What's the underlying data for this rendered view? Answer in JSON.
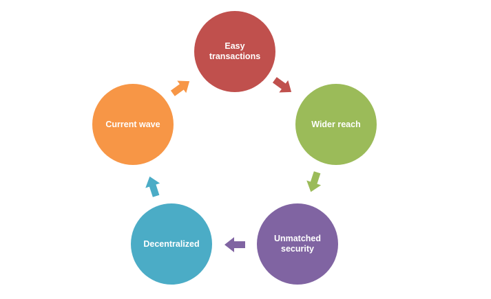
{
  "diagram": {
    "nodes": [
      {
        "id": "easy-transactions",
        "label": "Easy\ntransactions",
        "color": "#c0504d"
      },
      {
        "id": "wider-reach",
        "label": "Wider reach",
        "color": "#9bbb59"
      },
      {
        "id": "unmatched-security",
        "label": "Unmatched\nsecurity",
        "color": "#8064a2"
      },
      {
        "id": "decentralized",
        "label": "Decentralized",
        "color": "#4bacc6"
      },
      {
        "id": "current-wave",
        "label": "Current wave",
        "color": "#f79646"
      }
    ],
    "arrows": [
      {
        "from": "easy-transactions",
        "to": "wider-reach",
        "color": "#c0504d"
      },
      {
        "from": "wider-reach",
        "to": "unmatched-security",
        "color": "#9bbb59"
      },
      {
        "from": "unmatched-security",
        "to": "decentralized",
        "color": "#8064a2"
      },
      {
        "from": "decentralized",
        "to": "current-wave",
        "color": "#4bacc6"
      },
      {
        "from": "current-wave",
        "to": "easy-transactions",
        "color": "#f79646"
      }
    ]
  }
}
